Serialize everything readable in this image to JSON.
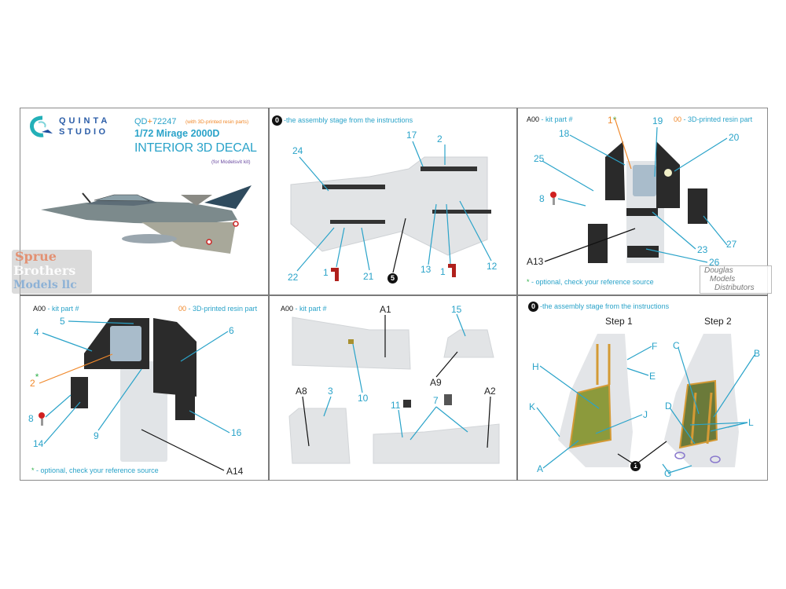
{
  "brand": {
    "logo_line1": "QUINTA",
    "logo_line2": "STUDIO",
    "colors": {
      "cyan": "#2aa3c9",
      "orange": "#f0882a",
      "purple": "#6a4aa0",
      "green": "#2fb04a",
      "red": "#b0201c"
    }
  },
  "product": {
    "code_prefix": "QD",
    "code_plus": "+",
    "code_number": "72247",
    "resin_note": "(with 3D-printed resin parts)",
    "scale_title": "1/72 Mirage 2000D",
    "main_title": "INTERIOR 3D DECAL",
    "kit_note": "(for Modelsvit kit)"
  },
  "legend": {
    "stage_badge": "0",
    "stage_text": "-the assembly stage from the instructions",
    "kit_part_code": "A00",
    "kit_part_text": "- kit part #",
    "resin_code": "00",
    "resin_text": "- 3D-printed resin part",
    "optional_star": "*",
    "optional_text": "- optional, check your reference source"
  },
  "panel_tub": {
    "labels": [
      "24",
      "17",
      "2",
      "22",
      "1",
      "21",
      "13",
      "1",
      "12"
    ],
    "stage_badge": "5"
  },
  "panel_front_cockpit": {
    "labels": [
      "18",
      "19",
      "20",
      "25",
      "8",
      "23",
      "27",
      "26"
    ],
    "resin_label": "1",
    "kit_label": "A13"
  },
  "panel_rear_cockpit": {
    "labels": [
      "5",
      "4",
      "6",
      "8",
      "14",
      "9",
      "16"
    ],
    "resin_label": "2",
    "kit_label": "A14"
  },
  "panel_side_parts": {
    "kit_labels": [
      "A1",
      "A9",
      "A8",
      "A2"
    ],
    "labels": [
      "15",
      "10",
      "3",
      "11",
      "7"
    ]
  },
  "panel_seats": {
    "step1": "Step 1",
    "step2": "Step 2",
    "letters_step1": [
      "F",
      "H",
      "E",
      "K",
      "J",
      "A"
    ],
    "letters_step2": [
      "C",
      "B",
      "D",
      "L",
      "G"
    ],
    "stage_badge": "1"
  },
  "watermarks": {
    "sprue_line1": "Sprue",
    "sprue_line2": "Brothers",
    "sprue_line3": "Models llc",
    "dmd_line1": "Douglas",
    "dmd_line2": "Models",
    "dmd_line3": "Distributors"
  }
}
